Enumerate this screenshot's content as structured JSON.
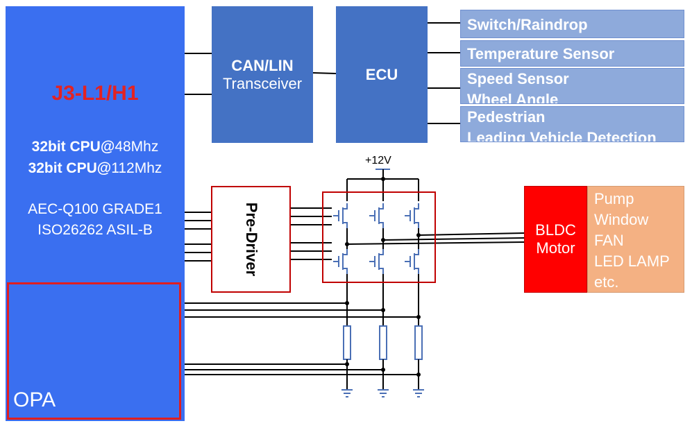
{
  "mcu": {
    "title": "J3-L1/H1",
    "cpu1_bold": "32bit CPU@",
    "cpu1_rest": "48Mhz",
    "cpu2_bold": "32bit CPU@",
    "cpu2_rest": "112Mhz",
    "cert1": "AEC-Q100 GRADE1",
    "cert2": "ISO26262 ASIL-B",
    "opa_label": "OPA"
  },
  "transceiver": {
    "line1": "CAN/LIN",
    "line2": "Transceiver"
  },
  "ecu": {
    "label": "ECU"
  },
  "sensors": [
    {
      "line1": "Switch/Raindrop",
      "line2": ""
    },
    {
      "line1": "Temperature Sensor",
      "line2": ""
    },
    {
      "line1": "Speed Sensor",
      "line2": "Wheel Angle"
    },
    {
      "line1": "Pedestrian",
      "line2": "Leading Vehicle Detection"
    }
  ],
  "predriver": {
    "label": "Pre-Driver"
  },
  "supply": {
    "label": "+12V"
  },
  "motor": {
    "line1": "BLDC",
    "line2": "Motor"
  },
  "applications": [
    "Pump",
    "Window",
    "FAN",
    "LED LAMP",
    "etc."
  ],
  "colors": {
    "mcu_blue": "#3a6ff0",
    "block_blue": "#4472c4",
    "sensor_blue": "#8eaadb",
    "accent_red": "#e01e1e",
    "motor_red": "#ff0000",
    "app_orange": "#f4b183",
    "mosfet_blue": "#4a6fb5"
  }
}
